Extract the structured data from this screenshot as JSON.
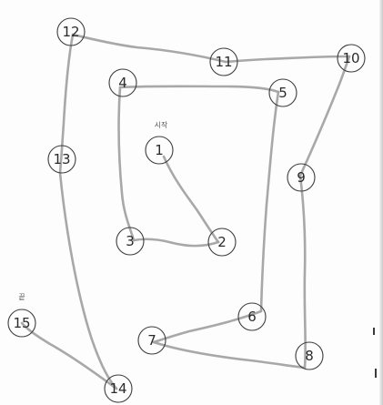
{
  "labels": {
    "start": "시작",
    "end": "끝"
  },
  "nodes": [
    {
      "label": "1"
    },
    {
      "label": "2"
    },
    {
      "label": "3"
    },
    {
      "label": "4"
    },
    {
      "label": "5"
    },
    {
      "label": "6"
    },
    {
      "label": "7"
    },
    {
      "label": "8"
    },
    {
      "label": "9"
    },
    {
      "label": "10"
    },
    {
      "label": "11"
    },
    {
      "label": "12"
    },
    {
      "label": "13"
    },
    {
      "label": "14"
    },
    {
      "label": "15"
    }
  ],
  "colors": {
    "line": "#a3a3a3",
    "circle": "#3c3c3c",
    "text": "#2a2a2a"
  }
}
